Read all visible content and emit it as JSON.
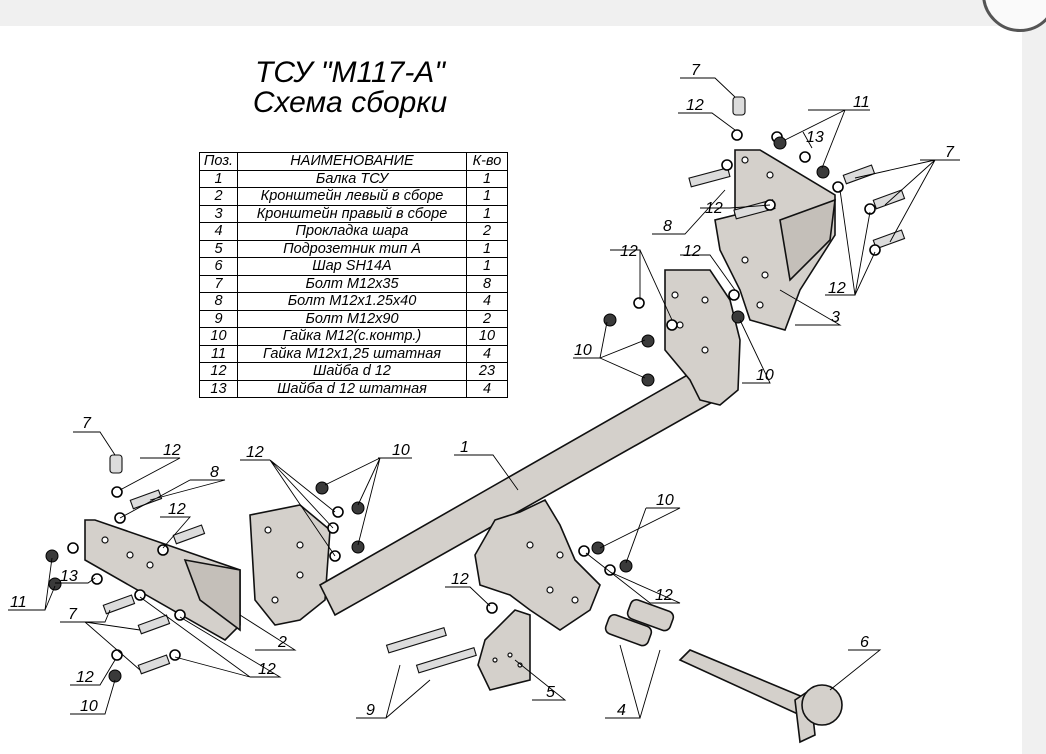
{
  "title": {
    "line1": "ТСУ \"М117-А\"",
    "line2": "Схема сборки"
  },
  "table": {
    "headers": [
      "Поз.",
      "НАИМЕНОВАНИЕ",
      "К-во"
    ],
    "rows": [
      [
        "1",
        "Балка ТСУ",
        "1"
      ],
      [
        "2",
        "Кронштейн левый в сборе",
        "1"
      ],
      [
        "3",
        "Кронштейн правый в сборе",
        "1"
      ],
      [
        "4",
        "Прокладка шара",
        "2"
      ],
      [
        "5",
        "Подрозетник тип А",
        "1"
      ],
      [
        "6",
        "Шар SH14A",
        "1"
      ],
      [
        "7",
        "Болт М12х35",
        "8"
      ],
      [
        "8",
        "Болт М12х1.25х40",
        "4"
      ],
      [
        "9",
        "Болт М12х90",
        "2"
      ],
      [
        "10",
        "Гайка М12(с.контр.)",
        "10"
      ],
      [
        "11",
        "Гайка М12х1,25 штатная",
        "4"
      ],
      [
        "12",
        "Шайба d 12",
        "23"
      ],
      [
        "13",
        "Шайба d 12 штатная",
        "4"
      ]
    ]
  },
  "callouts": {
    "c1": "1",
    "c2": "2",
    "c3": "3",
    "c4": "4",
    "c5": "5",
    "c6": "6",
    "c7": "7",
    "c8": "8",
    "c9": "9",
    "c10": "10",
    "c11": "11",
    "c12": "12",
    "c13": "13"
  }
}
